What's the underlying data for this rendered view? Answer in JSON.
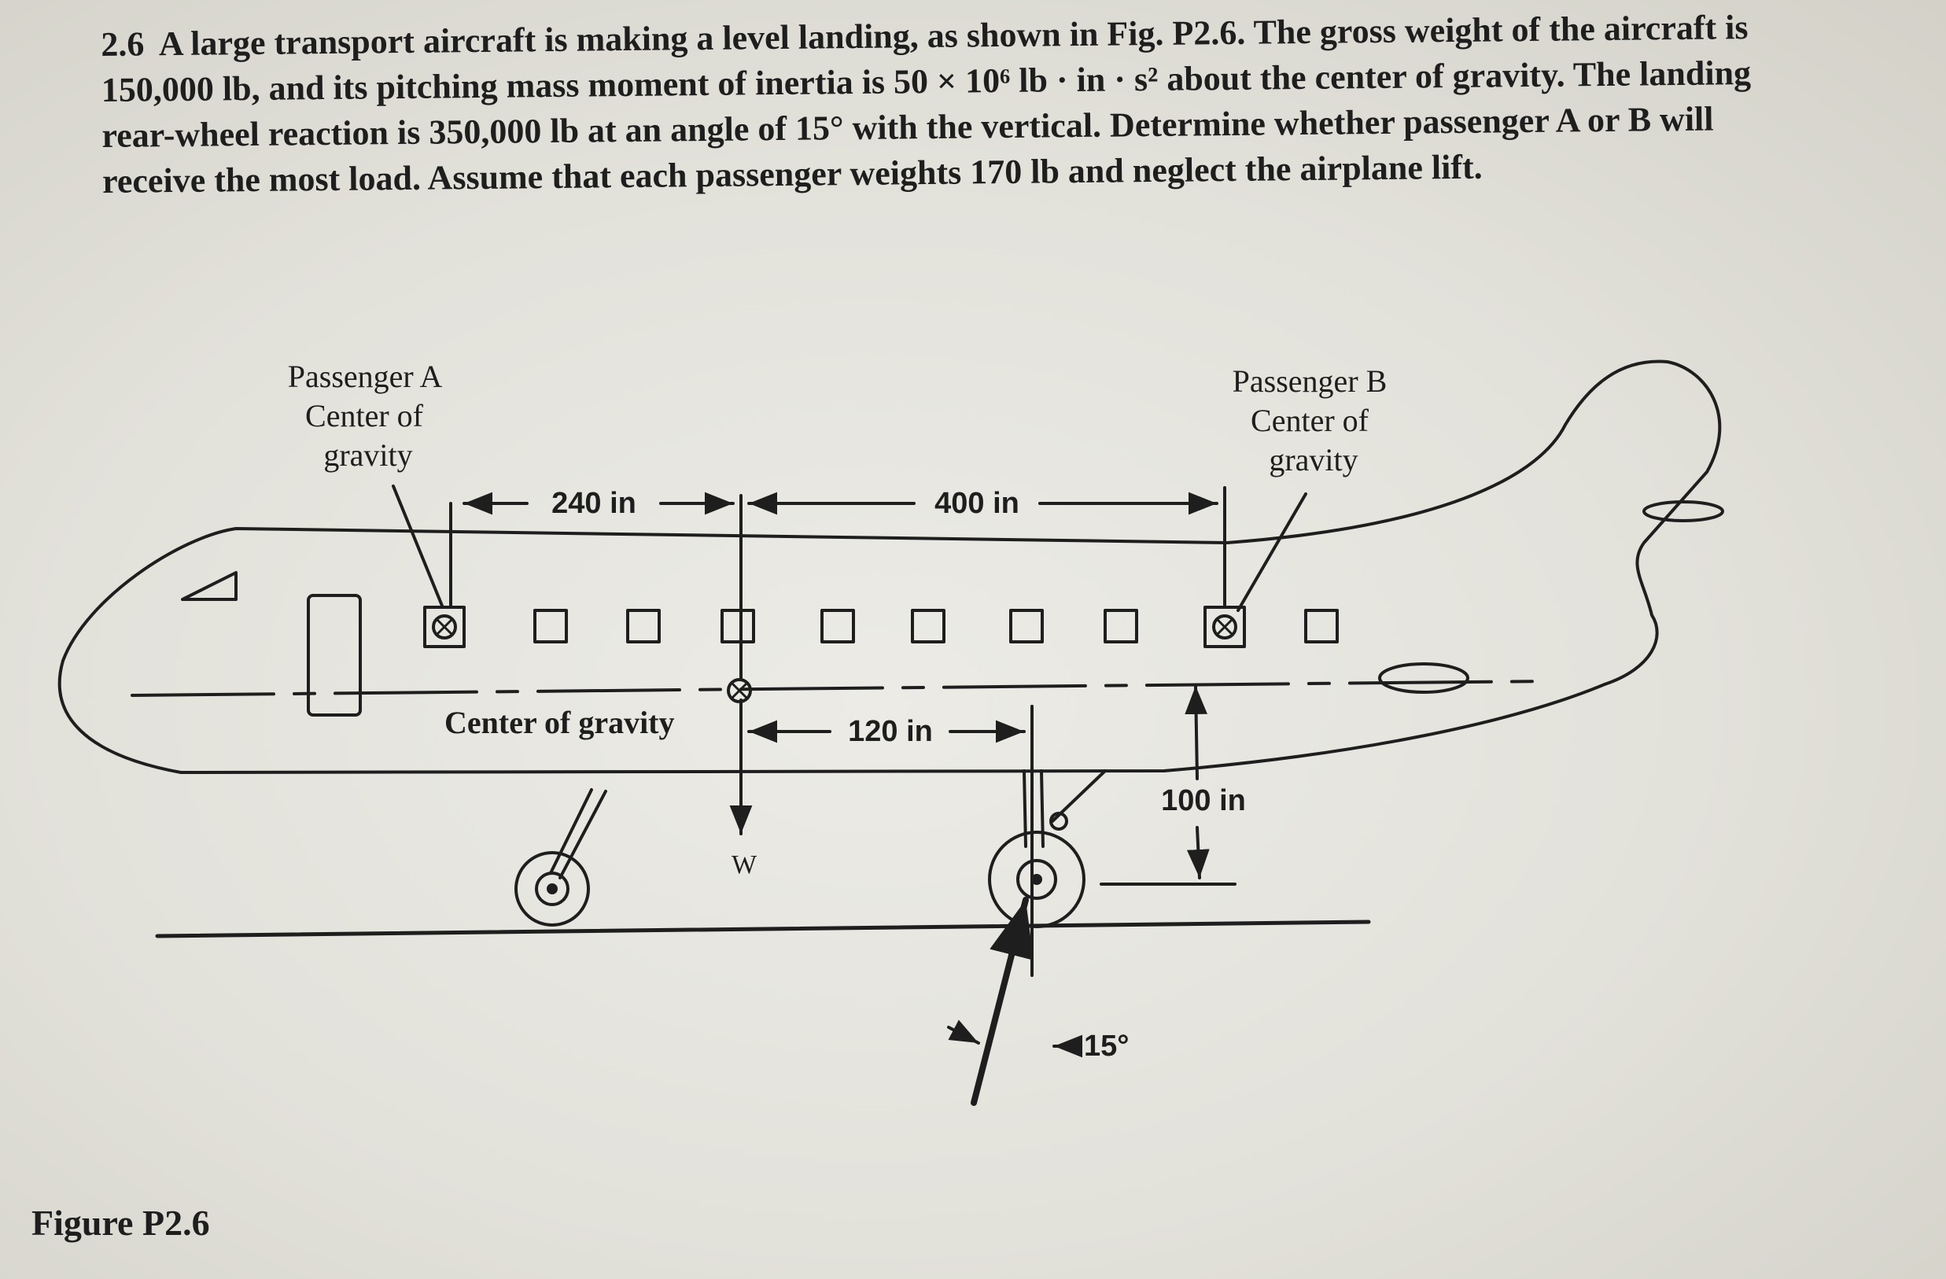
{
  "problem": {
    "number": "2.6",
    "text": "A large transport aircraft is making a level landing, as shown in Fig. P2.6. The gross weight of the aircraft is 150,000 lb, and its pitching mass moment of inertia is 50 × 10⁶ lb · in · s² about the center of gravity. The landing rear-wheel reaction is 350,000 lb at an angle of 15° with the vertical. Determine whether passenger A or B will receive the most load. Assume that each passenger weights 170 lb and neglect the airplane lift."
  },
  "figure": {
    "passenger_a_label": [
      "Passenger A",
      "Center of",
      "gravity"
    ],
    "passenger_b_label": [
      "Passenger B",
      "Center of",
      "gravity"
    ],
    "cg_label": "Center of gravity",
    "dim_240": "240 in",
    "dim_400": "400 in",
    "dim_120": "120 in",
    "dim_100": "100 in",
    "weight_label": "W",
    "angle_label": "15°",
    "caption": "Figure P2.6"
  },
  "colors": {
    "ink": "#1e1e1e",
    "paper": "#e6e5df"
  }
}
